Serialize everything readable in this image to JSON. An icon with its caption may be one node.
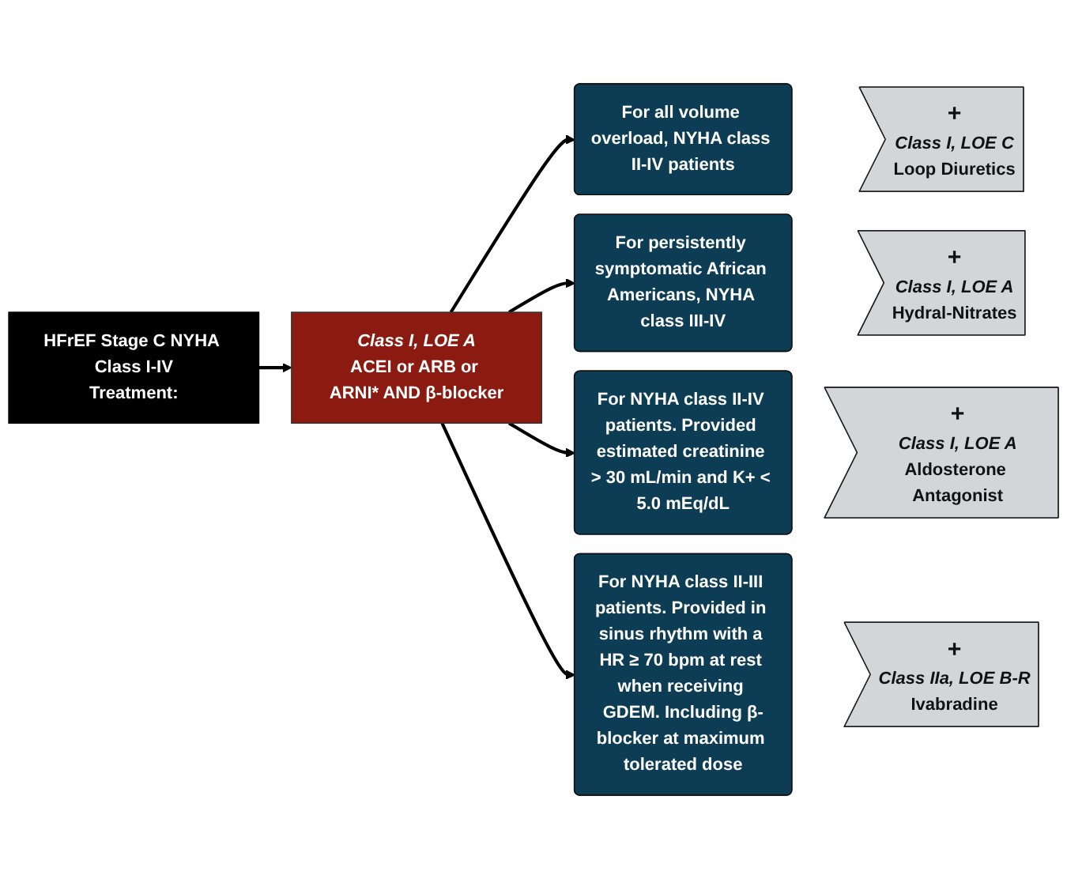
{
  "diagram": {
    "nodes": [
      {
        "text": [
          "HFrEF Stage C NYHA Class I-IV",
          "Treatment:"
        ]
      },
      {
        "text": [
          "Class I, LOE A",
          "ACEI or ARB or ARNI* AND β-blocker"
        ]
      },
      {
        "text": [
          "For all volume overload, NYHA class II-IV patients"
        ]
      },
      {
        "text": [
          "For persistently symptomatic African Americans, NYHA class III-IV"
        ]
      },
      {
        "text": [
          "For NYHA class II-IV patients. Provided estimated creatinine > 30 mL/min and K+ < 5.0 mEq/dL"
        ]
      },
      {
        "text": [
          "For NYHA class II-III patients. Provided in sinus rhythm with a HR ≥ 70 bpm at rest when receiving GDEM. Including β-blocker at maximum tolerated dose"
        ]
      },
      {
        "text": [
          "+",
          "Class I, LOE C",
          "Loop Diuretics"
        ]
      },
      {
        "text": [
          "+",
          "Class I, LOE A",
          "Hydral-Nitrates"
        ]
      },
      {
        "text": [
          "+",
          "Class I, LOE A",
          "Aldosterone Antagonist"
        ]
      },
      {
        "text": [
          "+",
          "Class IIa, LOE B-R",
          "Ivabradine"
        ]
      }
    ],
    "edges": [
      {
        "from": 0,
        "to": 1,
        "arrow": "to"
      },
      {
        "from": 1,
        "to": 2,
        "arrow": "to"
      },
      {
        "from": 1,
        "to": 3,
        "arrow": "to"
      },
      {
        "from": 1,
        "to": 4,
        "arrow": "to"
      },
      {
        "from": 1,
        "to": 5,
        "arrow": "to"
      }
    ]
  }
}
